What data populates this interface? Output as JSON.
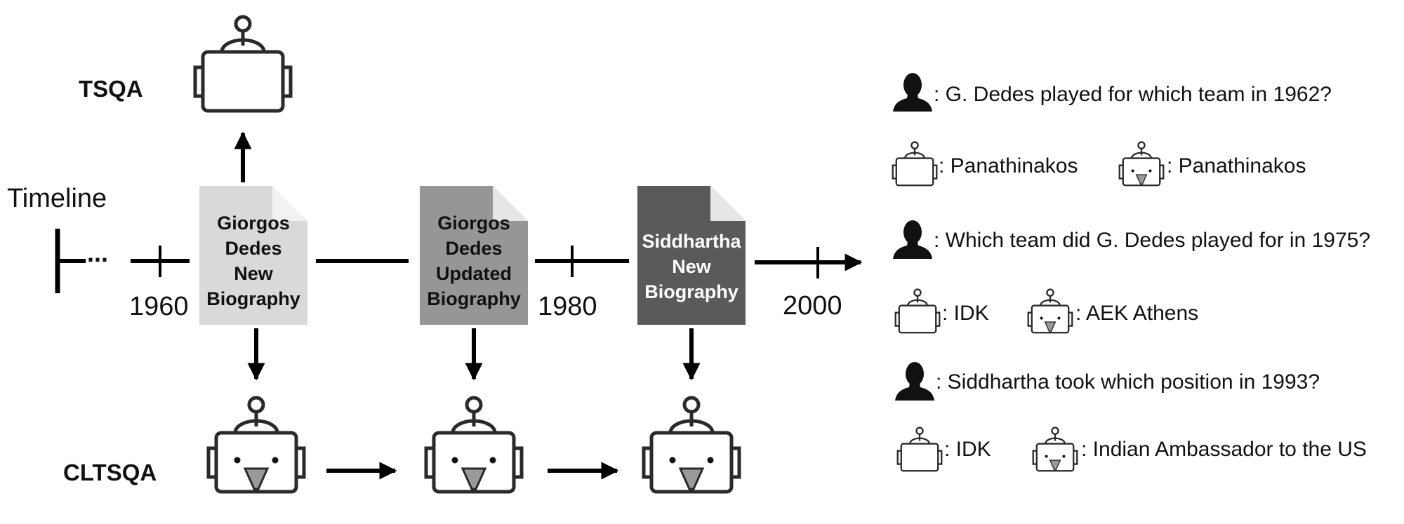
{
  "labels": {
    "tsqa": "TSQA",
    "cltsqa": "CLTSQA",
    "timeline": "Timeline",
    "ellipsis": "..."
  },
  "years": [
    "1960",
    "1980",
    "2000"
  ],
  "documents": [
    {
      "lines": [
        "Giorgos",
        "Dedes",
        "New",
        "Biography"
      ],
      "color": "#d9d9d9",
      "text_color": "#111111"
    },
    {
      "lines": [
        "Giorgos",
        "Dedes",
        "Updated",
        "Biography"
      ],
      "color": "#969696",
      "text_color": "#111111"
    },
    {
      "lines": [
        "Siddhartha",
        "New",
        "Biography"
      ],
      "color": "#5a5a5a",
      "text_color": "#ffffff"
    }
  ],
  "qa": [
    {
      "question": ": G. Dedes played for which team in 1962?",
      "tsqa_answer": ": Panathinakos",
      "cltsqa_answer": ": Panathinakos"
    },
    {
      "question": ": Which team did G. Dedes played for in 1975?",
      "tsqa_answer": ": IDK",
      "cltsqa_answer": ": AEK Athens"
    },
    {
      "question": ": Siddhartha took which position in 1993?",
      "tsqa_answer": ": IDK",
      "cltsqa_answer": ": Indian Ambassador to the US"
    }
  ],
  "icons": {
    "user": "user-silhouette-icon",
    "tsqa_robot": "plain-robot-icon",
    "cltsqa_robot": "beaked-robot-icon"
  }
}
